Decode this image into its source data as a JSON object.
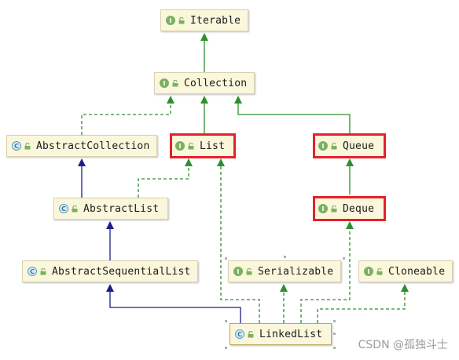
{
  "nodes": {
    "iterable": {
      "label": "Iterable",
      "kind": "interface",
      "icon": "interface-icon"
    },
    "collection": {
      "label": "Collection",
      "kind": "interface",
      "icon": "interface-icon"
    },
    "abstract_collection": {
      "label": "AbstractCollection",
      "kind": "class",
      "icon": "abstract-class-icon"
    },
    "list": {
      "label": "List",
      "kind": "interface",
      "icon": "interface-icon",
      "highlighted": true
    },
    "queue": {
      "label": "Queue",
      "kind": "interface",
      "icon": "interface-icon",
      "highlighted": true
    },
    "abstract_list": {
      "label": "AbstractList",
      "kind": "class",
      "icon": "abstract-class-icon"
    },
    "deque": {
      "label": "Deque",
      "kind": "interface",
      "icon": "interface-icon",
      "highlighted": true
    },
    "abstract_sequential_list": {
      "label": "AbstractSequentialList",
      "kind": "class",
      "icon": "abstract-class-icon"
    },
    "serializable": {
      "label": "Serializable",
      "kind": "interface",
      "icon": "interface-icon"
    },
    "cloneable": {
      "label": "Cloneable",
      "kind": "interface",
      "icon": "interface-icon"
    },
    "linked_list": {
      "label": "LinkedList",
      "kind": "class",
      "icon": "class-icon",
      "selected": true
    }
  },
  "edges": [
    {
      "from": "collection",
      "to": "iterable",
      "type": "extends-interface"
    },
    {
      "from": "abstract_collection",
      "to": "collection",
      "type": "implements"
    },
    {
      "from": "list",
      "to": "collection",
      "type": "extends-interface"
    },
    {
      "from": "queue",
      "to": "collection",
      "type": "extends-interface"
    },
    {
      "from": "abstract_list",
      "to": "abstract_collection",
      "type": "extends-class"
    },
    {
      "from": "abstract_list",
      "to": "list",
      "type": "implements"
    },
    {
      "from": "deque",
      "to": "queue",
      "type": "extends-interface"
    },
    {
      "from": "abstract_sequential_list",
      "to": "abstract_list",
      "type": "extends-class"
    },
    {
      "from": "linked_list",
      "to": "abstract_sequential_list",
      "type": "extends-class"
    },
    {
      "from": "linked_list",
      "to": "list",
      "type": "implements"
    },
    {
      "from": "linked_list",
      "to": "deque",
      "type": "implements"
    },
    {
      "from": "linked_list",
      "to": "serializable",
      "type": "implements"
    },
    {
      "from": "linked_list",
      "to": "cloneable",
      "type": "implements"
    }
  ],
  "colors": {
    "interface_edge": "#2f8f2f",
    "class_edge": "#1e1e8a",
    "highlight": "#e3212a",
    "node_fill": "#fbf7dc"
  },
  "watermark": "CSDN @孤独斗士"
}
